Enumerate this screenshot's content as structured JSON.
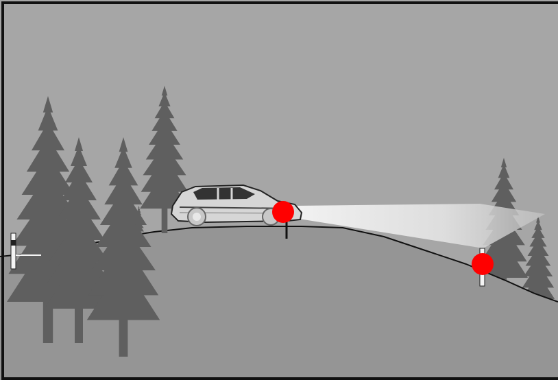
{
  "scene": {
    "colors": {
      "sky": "#a6a6a6",
      "ground": "#959595",
      "tree": "#5f5f5f",
      "border": "#111111",
      "headlight_beam": "#e6e6e6",
      "car_body": "#d6d6d6",
      "marker": "#ff0000"
    },
    "objects": {
      "car": {
        "icon": "car-icon",
        "headlights": "on"
      },
      "markers": [
        {
          "name": "marker-near",
          "icon": "red-dot-icon"
        },
        {
          "name": "marker-far",
          "icon": "red-dot-icon"
        }
      ],
      "posts": [
        {
          "name": "post-left",
          "icon": "reflector-post-icon"
        },
        {
          "name": "post-right",
          "icon": "reflector-post-icon"
        }
      ],
      "trees": {
        "icon": "fir-tree-icon",
        "count": 7
      }
    }
  }
}
